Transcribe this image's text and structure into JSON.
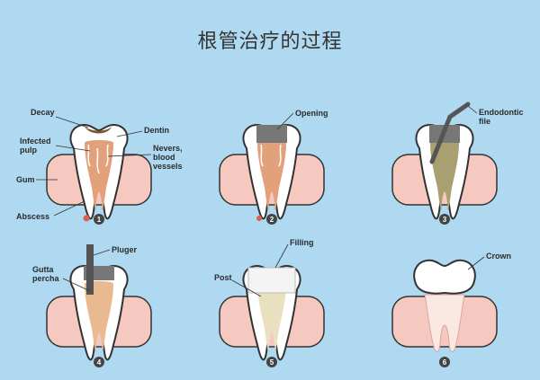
{
  "title": "根管治疗的过程",
  "labels": {
    "decay": "Decay",
    "dentin": "Dentin",
    "infected_pulp_1": "Infected",
    "infected_pulp_2": "pulp",
    "nerves_1": "Nevers,",
    "nerves_2": "blood",
    "nerves_3": "vessels",
    "gum": "Gum",
    "abscess": "Abscess",
    "opening": "Opening",
    "endodontic_1": "Endodontic",
    "endodontic_2": "file",
    "pluger": "Pluger",
    "gutta_1": "Gutta",
    "gutta_2": "percha",
    "filling": "Filling",
    "post": "Post",
    "crown": "Crown"
  },
  "steps": [
    "1",
    "2",
    "3",
    "4",
    "5",
    "6"
  ],
  "colors": {
    "background": "#aed9f0",
    "gum": "#f6c9c0",
    "tooth": "#ffffff",
    "outline": "#333333",
    "pulp": "#d9614c",
    "decay": "#7a5a2a",
    "filling": "#e9e0c0",
    "tool": "#555555"
  }
}
